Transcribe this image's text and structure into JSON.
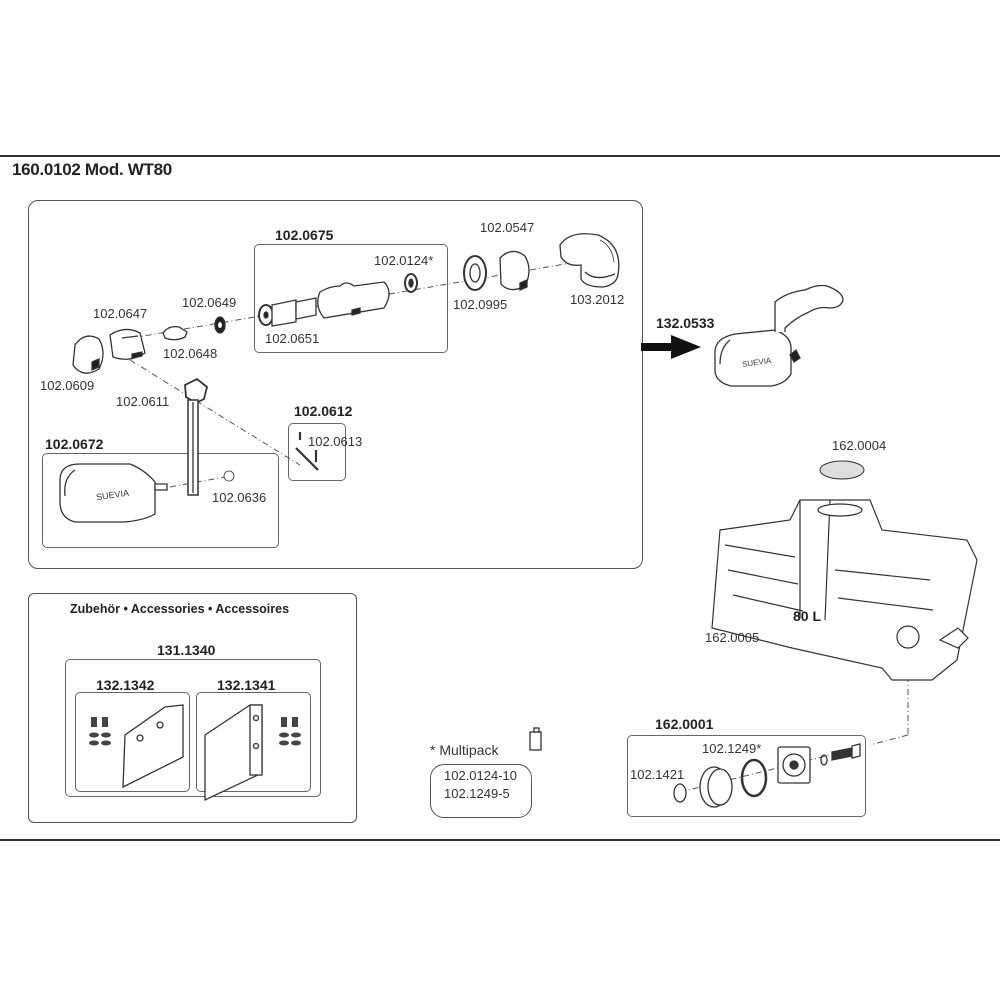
{
  "title": "160.0102 Mod. WT80",
  "main_assembly": {
    "parts": {
      "p0675": "102.0675",
      "p0124": "102.0124*",
      "p0547": "102.0547",
      "p0995": "102.0995",
      "p2012": "103.2012",
      "p0647": "102.0647",
      "p0649": "102.0649",
      "p0651": "102.0651",
      "p0648": "102.0648",
      "p0609": "102.0609",
      "p0611": "102.0611",
      "p0612": "102.0612",
      "p0613": "102.0613",
      "p0672": "102.0672",
      "p0636": "102.0636"
    },
    "brand_label": "SUEVIA"
  },
  "assembled_valve": {
    "part": "132.0533",
    "brand_label": "SUEVIA"
  },
  "trough": {
    "lid": "162.0004",
    "body": "162.0005",
    "capacity": "80 L"
  },
  "drain_kit": {
    "kit": "162.0001",
    "oring": "102.1249*",
    "wingnut": "102.1421"
  },
  "accessories": {
    "heading": "Zubehör • Accessories • Accessoires",
    "set": "131.1340",
    "items": [
      "132.1342",
      "132.1341"
    ]
  },
  "multipack": {
    "label": "* Multipack",
    "icon": "package-icon",
    "entries": [
      "102.0124-10",
      "102.1249-5"
    ]
  }
}
